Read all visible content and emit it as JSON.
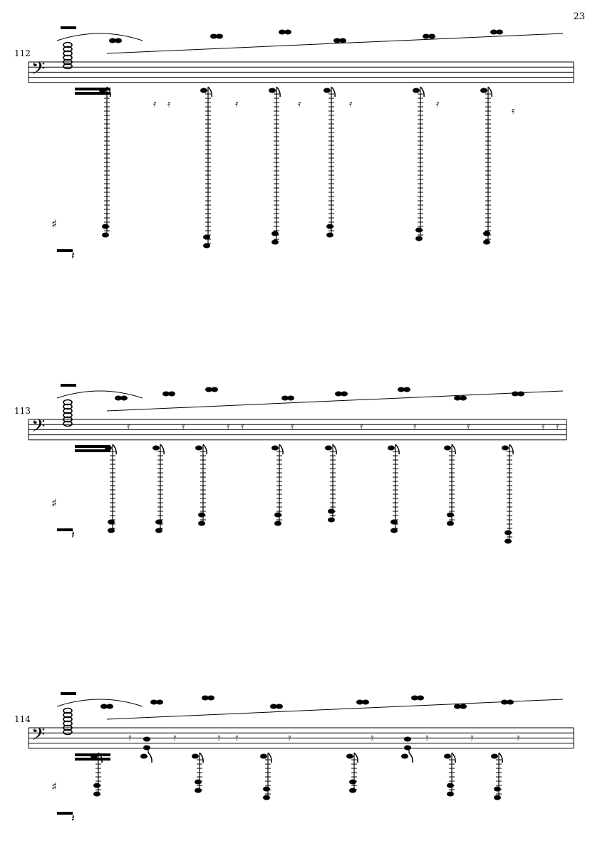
{
  "page_number": "23",
  "systems": [
    {
      "measure_number": "112"
    },
    {
      "measure_number": "113"
    },
    {
      "measure_number": "114"
    }
  ]
}
